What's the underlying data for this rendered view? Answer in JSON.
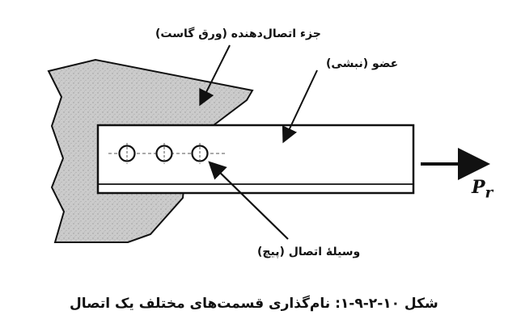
{
  "diagram": {
    "labels": {
      "connector": "جزء اتصال‌دهنده (ورق گاست)",
      "member": "عضو (نبشی)",
      "bolt": "وسیلهٔ اتصال (پیچ)",
      "force": "P",
      "force_subscript": "r"
    },
    "caption": "شکل ۱۰-۲-۹-۱: نام‌گذاری قسمت‌های مختلف یک اتصال",
    "colors": {
      "gusset_fill": "#c9c9c9",
      "stroke": "#111111"
    }
  }
}
